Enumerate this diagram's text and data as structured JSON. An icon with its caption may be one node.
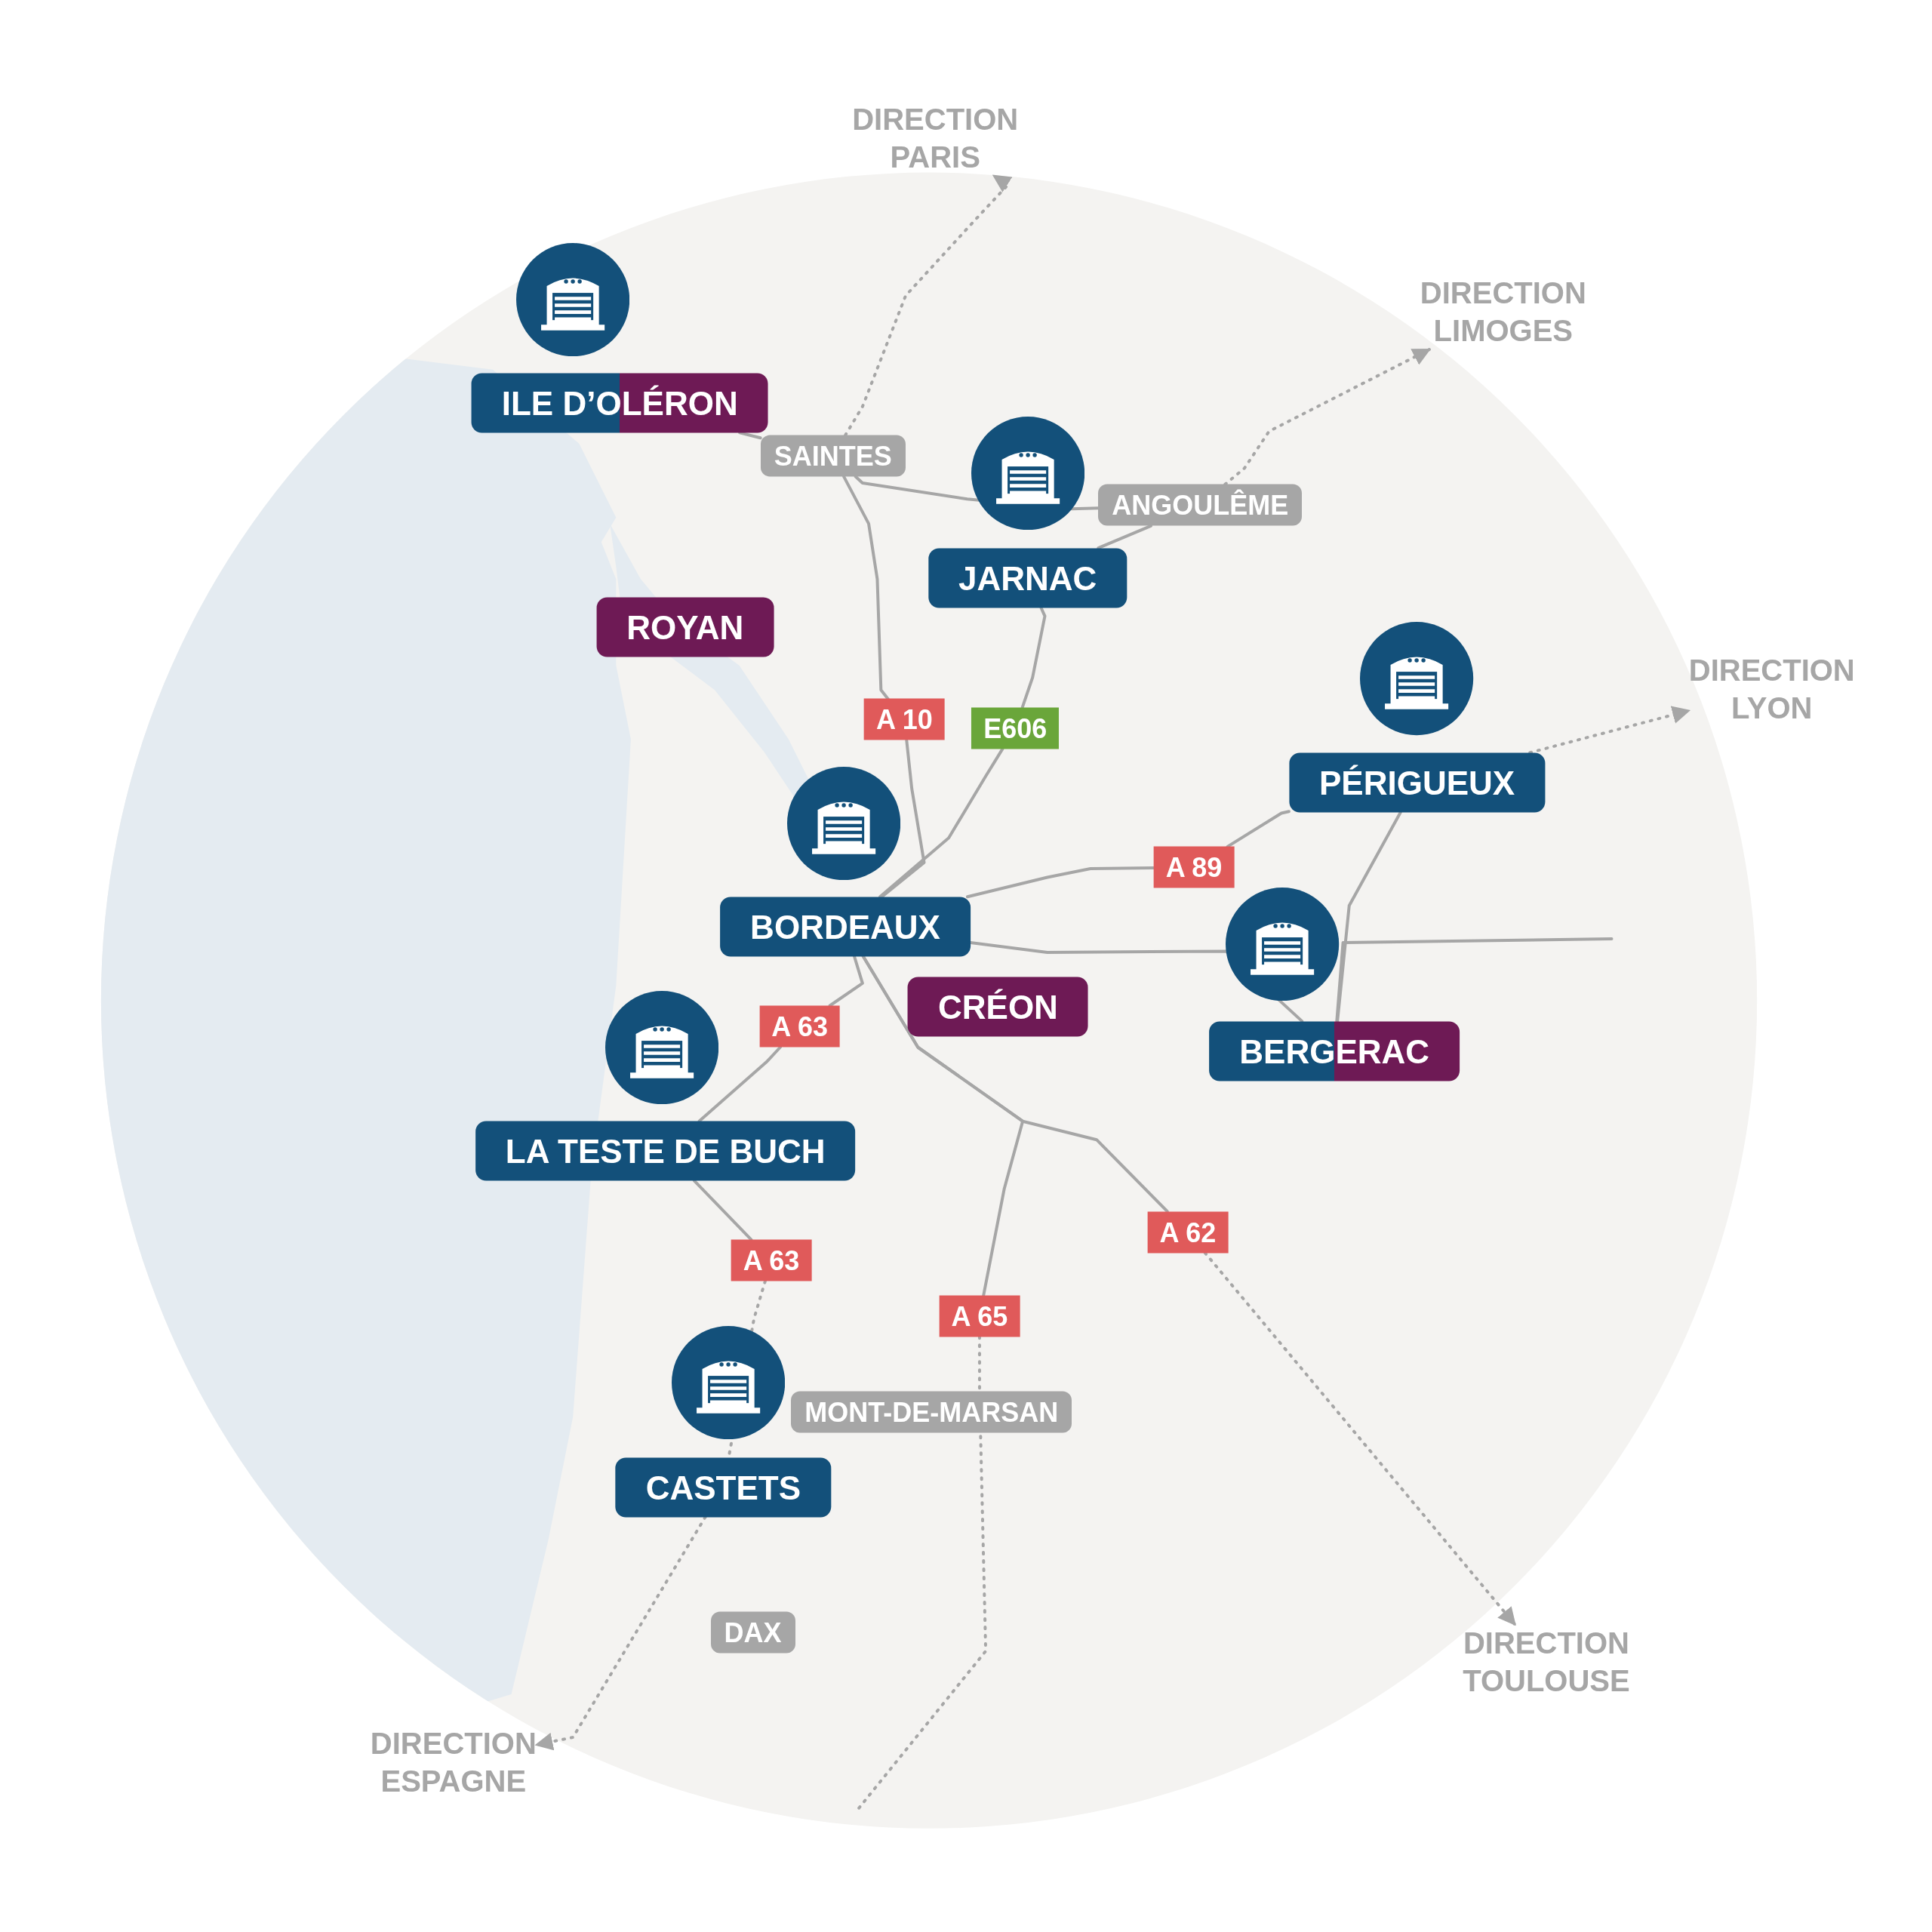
{
  "diagram": {
    "nodes": [
      {
        "text": [
          "ILE D’OLÉRON"
        ]
      },
      {
        "text": [
          "SAINTES"
        ]
      },
      {
        "text": [
          "JARNAC"
        ]
      },
      {
        "text": [
          "ANGOULÊME"
        ]
      },
      {
        "text": [
          "ROYAN"
        ]
      },
      {
        "text": [
          "A 10"
        ]
      },
      {
        "text": [
          "E606"
        ]
      },
      {
        "text": [
          "PÉRIGUEUX"
        ]
      },
      {
        "text": [
          "A 89"
        ]
      },
      {
        "text": [
          "BORDEAUX"
        ]
      },
      {
        "text": [
          "CRÉON"
        ]
      },
      {
        "text": [
          "BERGERAC"
        ]
      },
      {
        "text": [
          "A 63"
        ]
      },
      {
        "text": [
          "LA TESTE DE BUCH"
        ]
      },
      {
        "text": [
          "A 63"
        ]
      },
      {
        "text": [
          "A 62"
        ]
      },
      {
        "text": [
          "A 65"
        ]
      },
      {
        "text": [
          "MONT-DE-MARSAN"
        ]
      },
      {
        "text": [
          "CASTETS"
        ]
      },
      {
        "text": [
          "DAX"
        ]
      },
      {
        "text": [
          "DIRECTION PARIS"
        ]
      },
      {
        "text": [
          "DIRECTION LIMOGES"
        ]
      },
      {
        "text": [
          "DIRECTION LYON"
        ]
      },
      {
        "text": [
          "DIRECTION TOULOUSE"
        ]
      },
      {
        "text": [
          "DIRECTION ESPAGNE"
        ]
      }
    ],
    "edges": [
      {
        "from": 0,
        "to": 1,
        "arrow": "none"
      },
      {
        "from": 1,
        "to": 3,
        "arrow": "none"
      },
      {
        "from": 1,
        "to": 5,
        "arrow": "none"
      },
      {
        "from": 5,
        "to": 9,
        "arrow": "none"
      },
      {
        "from": 2,
        "to": 6,
        "arrow": "none"
      },
      {
        "from": 6,
        "to": 9,
        "arrow": "none"
      },
      {
        "from": 3,
        "to": 21,
        "arrow": "to",
        "style": "dashed"
      },
      {
        "from": 1,
        "to": 20,
        "arrow": "to",
        "style": "dashed"
      },
      {
        "from": 9,
        "to": 8,
        "arrow": "none"
      },
      {
        "from": 8,
        "to": 7,
        "arrow": "none"
      },
      {
        "from": 7,
        "to": 22,
        "arrow": "to",
        "style": "dashed"
      },
      {
        "from": 7,
        "to": 11,
        "arrow": "none"
      },
      {
        "from": 9,
        "to": 11,
        "arrow": "none"
      },
      {
        "from": 11,
        "to": null,
        "arrow": "none"
      },
      {
        "from": 9,
        "to": 12,
        "arrow": "none"
      },
      {
        "from": 12,
        "to": 13,
        "arrow": "none"
      },
      {
        "from": 13,
        "to": 14,
        "arrow": "none"
      },
      {
        "from": 14,
        "to": 18,
        "arrow": "none",
        "style": "dashed"
      },
      {
        "from": 18,
        "to": 24,
        "arrow": "to",
        "style": "dashed"
      },
      {
        "from": 9,
        "to": 15,
        "arrow": "none"
      },
      {
        "from": 15,
        "to": 23,
        "arrow": "to",
        "style": "dashed"
      },
      {
        "from": 9,
        "to": 16,
        "arrow": "none"
      },
      {
        "from": 16,
        "to": null,
        "arrow": "none",
        "style": "dashed"
      },
      {
        "from": 3,
        "to": 2,
        "arrow": "none"
      }
    ]
  }
}
